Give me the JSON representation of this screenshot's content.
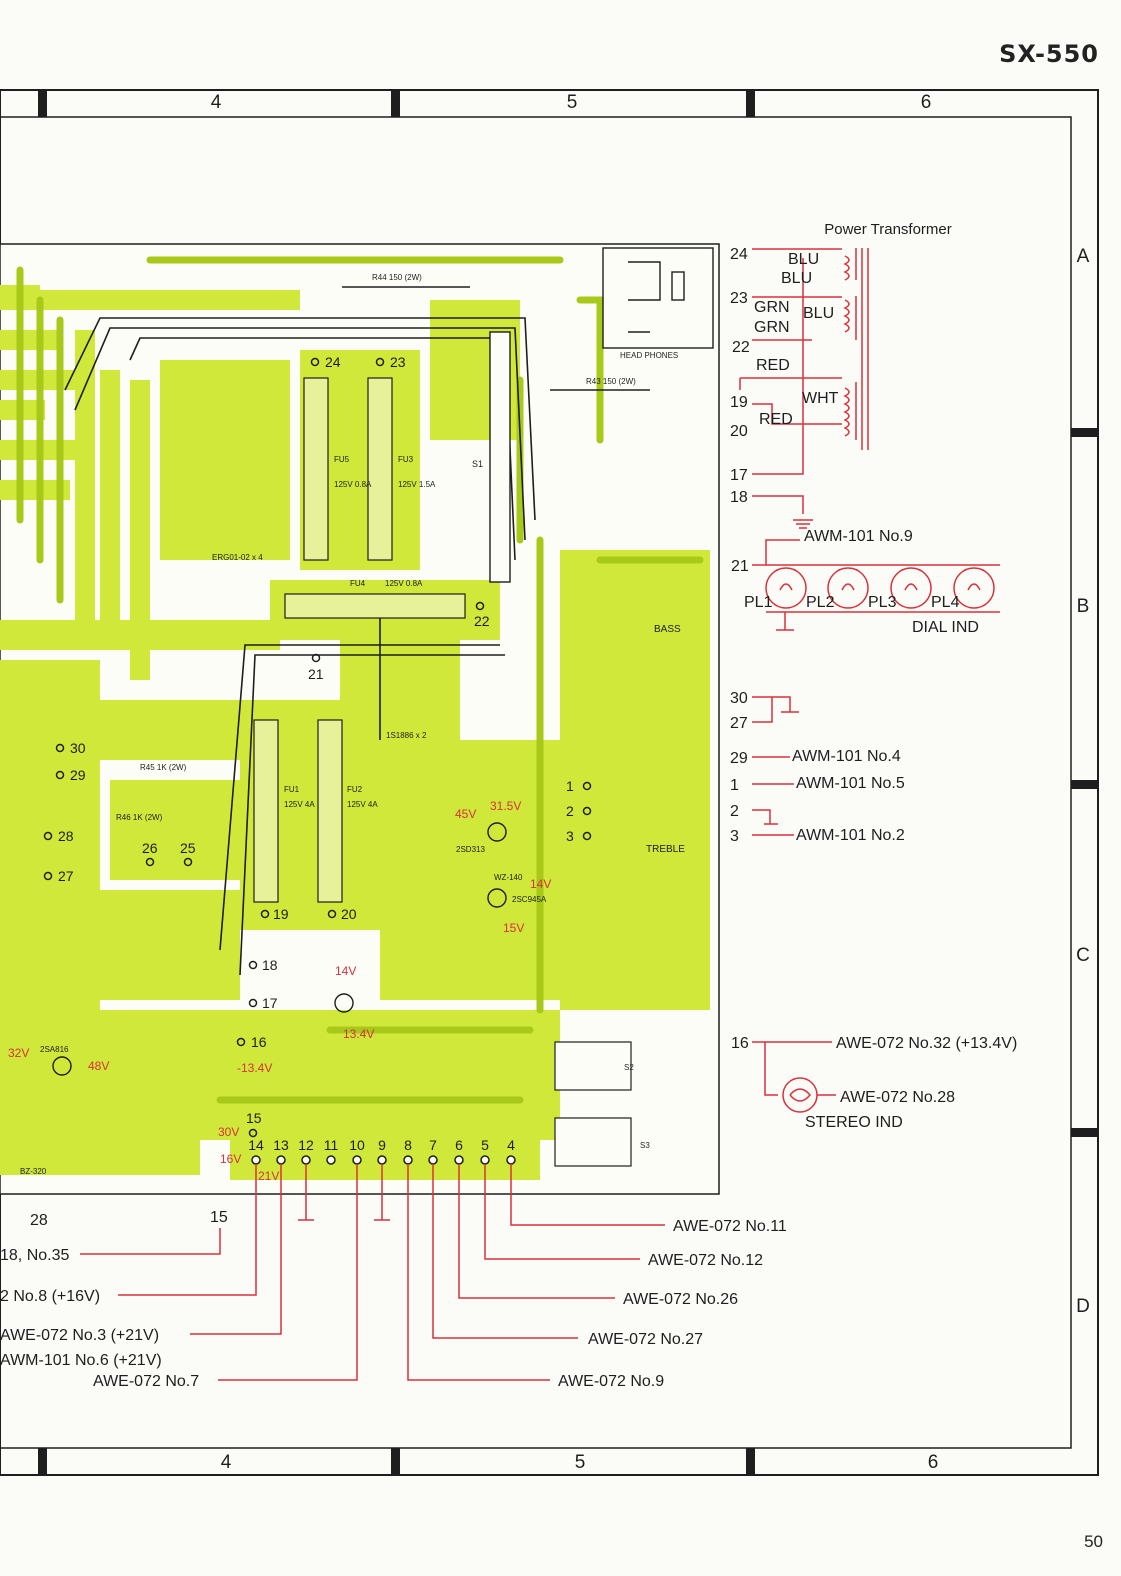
{
  "header": {
    "model": "SX-550",
    "page_number": "50"
  },
  "grid": {
    "columns": [
      "4",
      "5",
      "6"
    ],
    "rows": [
      "A",
      "B",
      "C",
      "D"
    ]
  },
  "transformer": {
    "title": "Power Transformer",
    "pins": [
      "24",
      "23",
      "22",
      "19",
      "20",
      "17",
      "18"
    ],
    "wires": [
      "BLU",
      "BLU",
      "GRN",
      "GRN",
      "BLU",
      "RED",
      "WHT",
      "RED"
    ]
  },
  "dial": {
    "pin": "21",
    "target": "AWM-101 No.9",
    "lamps": [
      "PL1",
      "PL2",
      "PL3",
      "PL4"
    ],
    "label": "DIAL IND"
  },
  "right_connections": [
    {
      "pin": "30",
      "target": ""
    },
    {
      "pin": "27",
      "target": ""
    },
    {
      "pin": "29",
      "target": "AWM-101 No.4"
    },
    {
      "pin": "1",
      "target": "AWM-101 No.5"
    },
    {
      "pin": "2",
      "target": ""
    },
    {
      "pin": "3",
      "target": "AWM-101 No.2"
    }
  ],
  "stereo": {
    "pin": "16",
    "target1": "AWE-072 No.32 (+13.4V)",
    "target2": "AWE-072 No.28",
    "label": "STEREO IND"
  },
  "bottom_outputs": [
    "AWE-072 No.11",
    "AWE-072 No.12",
    "AWE-072 No.26",
    "AWE-072 No.27",
    "AWE-072 No.9"
  ],
  "bottom_left_labels": [
    "28",
    "15",
    "18, No.35",
    "2 No.8 (+16V)",
    "AWE-072 No.3 (+21V)",
    "AWM-101 No.6 (+21V)",
    "AWE-072 No.7"
  ],
  "board": {
    "terminals": [
      "24",
      "23",
      "22",
      "21",
      "30",
      "29",
      "28",
      "27",
      "26",
      "25",
      "19",
      "20",
      "18",
      "17",
      "16",
      "15",
      "14",
      "13",
      "12",
      "11",
      "10",
      "9",
      "8",
      "7",
      "6",
      "5",
      "4",
      "1",
      "2",
      "3"
    ],
    "fuses": [
      {
        "id": "FU5",
        "rating": "125V 0.8A"
      },
      {
        "id": "FU3",
        "rating": "125V 1.5A"
      },
      {
        "id": "FU4",
        "rating": "125V 0.8A"
      },
      {
        "id": "FU1",
        "rating": "125V 4A"
      },
      {
        "id": "FU2",
        "rating": "125V 4A"
      }
    ],
    "labels": [
      "HEAD PHONES",
      "BASS",
      "TREBLE",
      "S1",
      "S2",
      "S3",
      "R44 150 (2W)",
      "R43 150 (2W)",
      "ERG01-02 x 4",
      "1S1886 x 2",
      "R45 1K (2W)",
      "R46 1K (2W)",
      "2SD313",
      "2SC945A",
      "2SA816",
      "WZ-140",
      "BZ-320"
    ],
    "voltages": [
      "45V",
      "31.5V",
      "14V",
      "15V",
      "14V",
      "13.4V",
      "-13.4V",
      "32V",
      "48V",
      "30V",
      "16V",
      "21V"
    ]
  },
  "colors": {
    "board": "#cfe83a",
    "trace": "#b8d91e",
    "red": "#d8323a",
    "ink": "#1e1e1e"
  }
}
